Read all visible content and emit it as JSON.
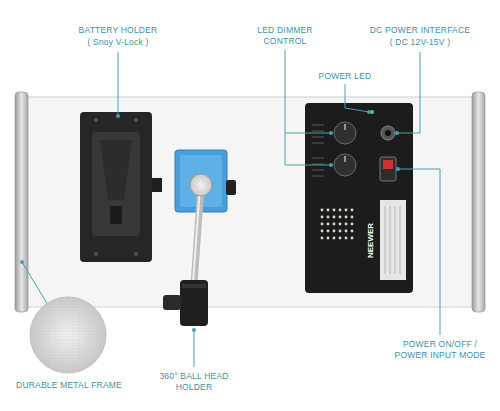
{
  "diagram": {
    "labels": [
      "BATTERY HOLDER",
      "( Snoy V-Lock )",
      "LED DIMMER CONTROL",
      "POWER LED",
      "DC POWER INTERFACE",
      "( DC 12V-15V )",
      "DURABLE METAL FRAME",
      "360° BALL HEAD HOLDER",
      "POWER ON/OFF / POWER INPUT MODE",
      "NEEWER"
    ]
  }
}
